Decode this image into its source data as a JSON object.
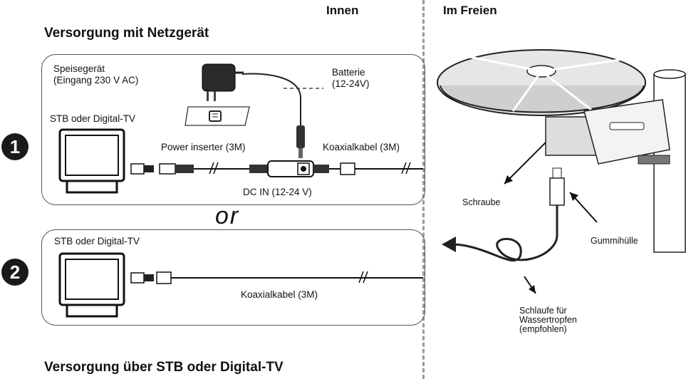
{
  "headings": {
    "inside": "Innen",
    "outside": "Im Freien",
    "option1_title": "Versorgung mit Netzgerät",
    "option2_title": "Versorgung über STB oder Digital-TV",
    "or_text": "or"
  },
  "badges": {
    "one": "1",
    "two": "2"
  },
  "option1": {
    "power_supply": "Speisegerät\n(Eingang 230 V AC)",
    "battery": "Batterie\n(12-24V)",
    "stb": "STB oder Digital-TV",
    "power_inserter": "Power inserter (3M)",
    "coax": "Koaxialkabel (3M)",
    "dc_in": "DC IN (12-24 V)"
  },
  "option2": {
    "stb": "STB oder Digital-TV",
    "coax": "Koaxialkabel (3M)"
  },
  "outdoor": {
    "screw": "Schraube",
    "rubber_sleeve": "Gummihülle",
    "drip_loop": "Schlaufe für\nWassertropfen\n(empfohlen)"
  }
}
